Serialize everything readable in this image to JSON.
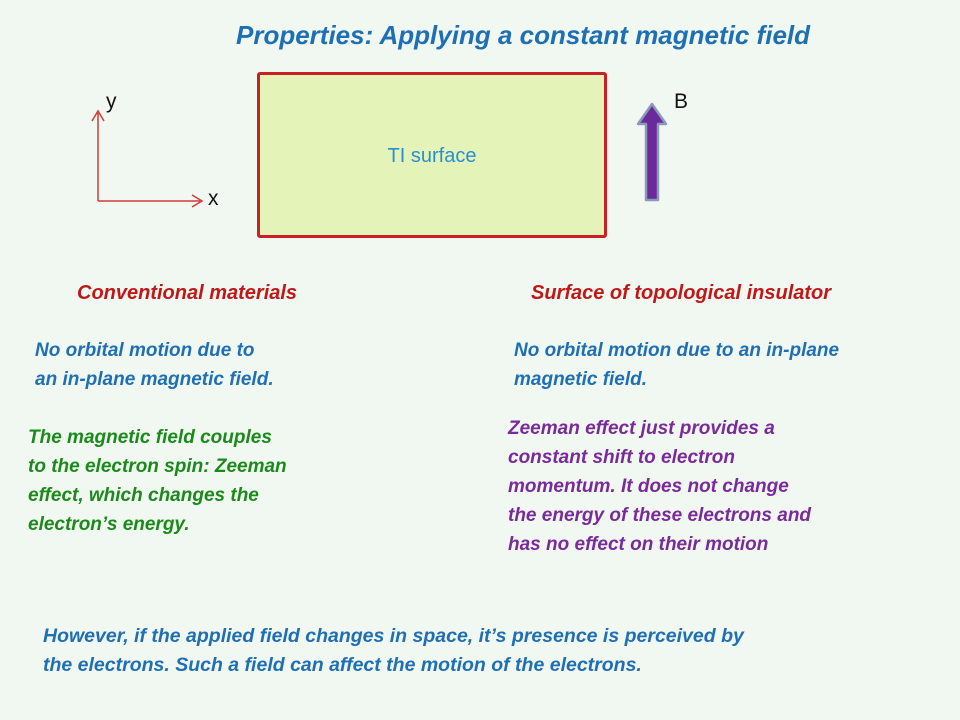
{
  "title": "Properties: Applying a constant magnetic field",
  "diagram": {
    "axis_y_label": "y",
    "axis_x_label": "x",
    "surface_label": "TI surface",
    "field_label": "B"
  },
  "left": {
    "heading": "Conventional materials",
    "para1": [
      "No orbital motion due to",
      "an in-plane magnetic field."
    ],
    "para2": [
      "The magnetic field couples",
      "to the electron spin: Zeeman",
      "effect, which changes the",
      "electron’s energy."
    ]
  },
  "right": {
    "heading": "Surface of topological insulator",
    "para1": [
      "No orbital motion due to an in-plane",
      "magnetic field."
    ],
    "para2": [
      "Zeeman effect just provides a",
      "constant  shift to electron",
      "momentum. It  does not change",
      "the energy of these electrons and",
      "has no effect on their motion"
    ]
  },
  "footer": [
    "However, if the applied field changes in space, it’s presence is perceived by",
    "the electrons. Such a field can affect the motion of the electrons."
  ],
  "colors": {
    "title": "#1f6fb5",
    "heading": "#c01818",
    "blue_text": "#1f6fb5",
    "green_text": "#1b8a1b",
    "purple_text": "#7a2a9a",
    "surface_fill": "#e4f4b8",
    "surface_border": "#cc1f24",
    "arrow_fill": "#6a2a9a"
  }
}
